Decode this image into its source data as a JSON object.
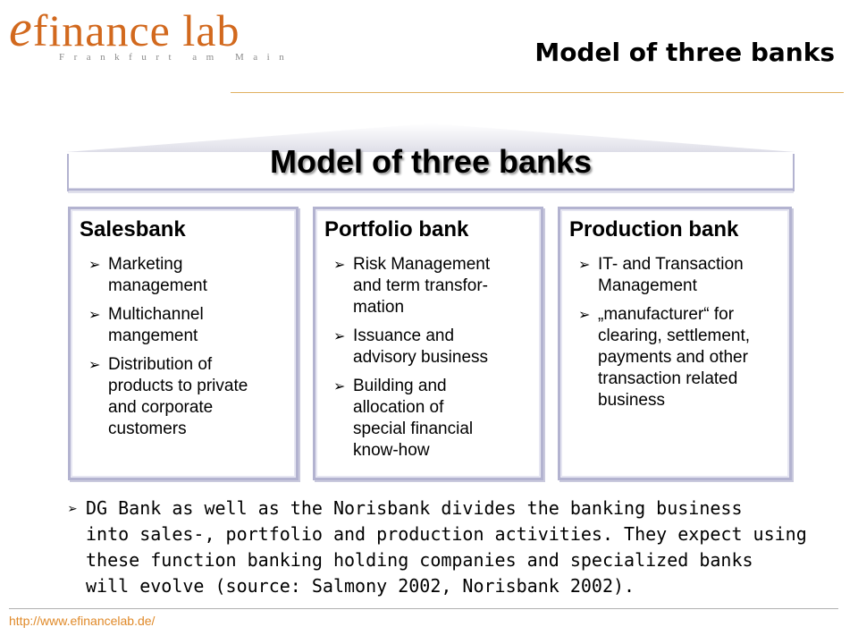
{
  "logo": {
    "e": "e",
    "main": "finance lab",
    "sub": "Frankfurt am Main",
    "color": "#d2691e"
  },
  "header": {
    "title": "Model of three banks"
  },
  "banner": {
    "title": "Model of three banks"
  },
  "pillars": [
    {
      "title": "Salesbank",
      "items": [
        "Marketing\nmanagement",
        "Multichannel\nmangement",
        "Distribution of\nproducts to private\nand corporate\ncustomers"
      ]
    },
    {
      "title": "Portfolio bank",
      "items": [
        "Risk Management\nand term  transfor-\nmation",
        "Issuance and\nadvisory business",
        "Building and\nallocation of\nspecial  financial\nknow-how"
      ]
    },
    {
      "title": "Production bank",
      "items": [
        "IT- and Transaction\nManagement",
        "„manufacturer“ for\nclearing, settlement,\npayments and other\ntransaction related\nbusiness"
      ]
    }
  ],
  "summary": {
    "text": "DG Bank as well as the Norisbank divides the banking business\ninto sales-, portfolio and production activities. They expect using\nthese function banking holding companies and specialized banks\nwill evolve (source: Salmony 2002, Norisbank 2002)."
  },
  "footer": {
    "url": "http://www.efinancelab.de/"
  },
  "icons": {
    "bullet": "arrow-bullet-icon"
  },
  "colors": {
    "accent": "#e08a2a",
    "frame": "#b3b3d0",
    "rule": "#e0b060"
  }
}
